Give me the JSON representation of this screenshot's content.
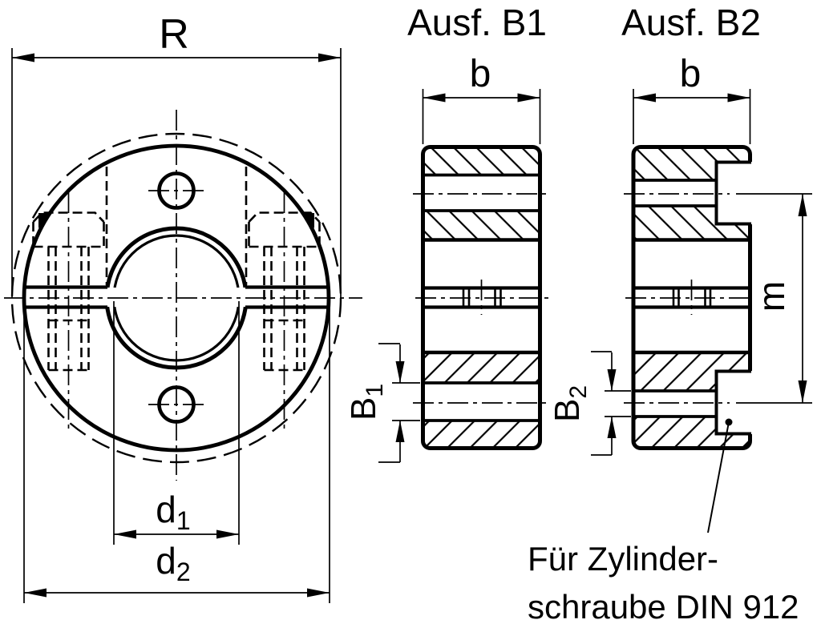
{
  "titles": {
    "variant_b1": "Ausf. B1",
    "variant_b2": "Ausf. B2"
  },
  "dimensions": {
    "R": "R",
    "d1": {
      "base": "d",
      "sub": "1"
    },
    "d2": {
      "base": "d",
      "sub": "2"
    },
    "b_left": "b",
    "b_right": "b",
    "B1": {
      "base": "B",
      "sub": "1"
    },
    "B2": {
      "base": "B",
      "sub": "2"
    },
    "m": "m"
  },
  "note": {
    "line1": "Für Zylinder-",
    "line2": "schraube DIN 912"
  },
  "colors": {
    "line": "#000000",
    "background": "#ffffff"
  }
}
